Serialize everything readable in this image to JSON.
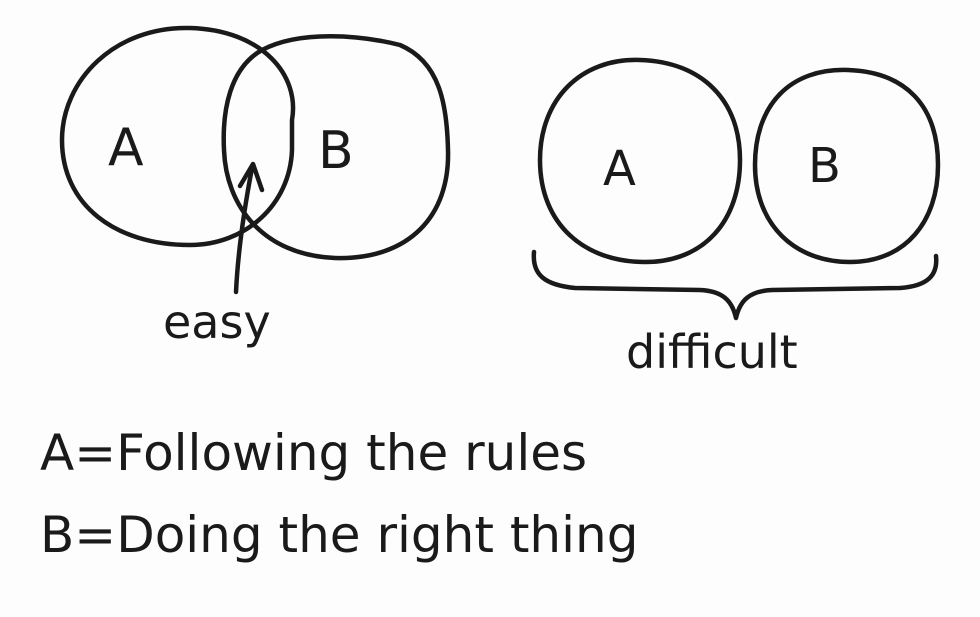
{
  "overlap_diagram": {
    "set_a_label": "A",
    "set_b_label": "B",
    "intersection_label": "easy"
  },
  "separate_diagram": {
    "set_a_label": "A",
    "set_b_label": "B",
    "group_label": "difficult"
  },
  "legend": {
    "line_a": "A=Following the rules",
    "line_b": "B=Doing the right thing"
  }
}
